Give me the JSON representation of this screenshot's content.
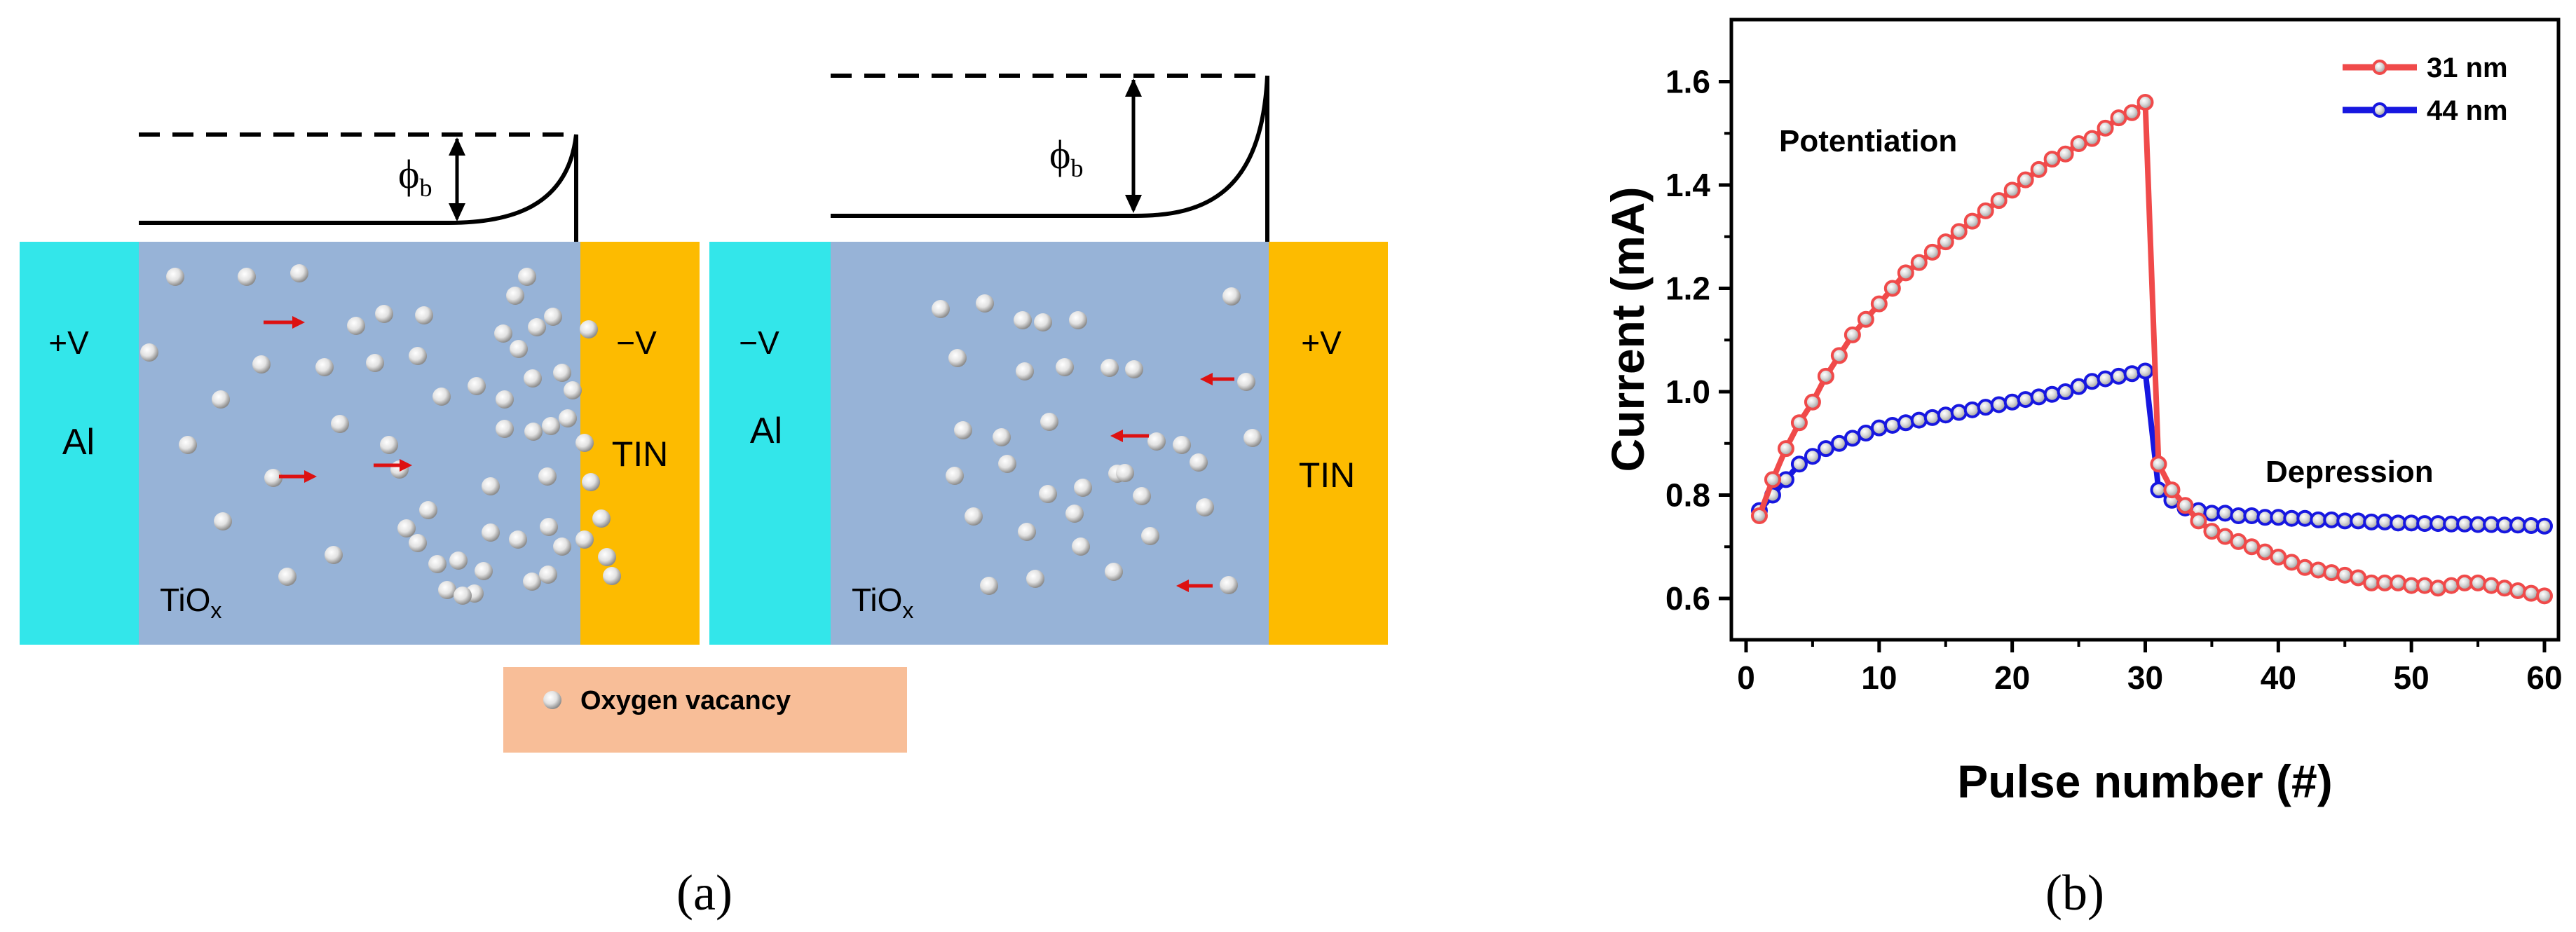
{
  "colors": {
    "aluminum": "#33e6ea",
    "oxide": "#97b3d7",
    "tin": "#fdbb00",
    "legend_box": "#f8be98",
    "arrow": "#dd1111",
    "series_31": "#f04a4a",
    "series_44": "#1717e0"
  },
  "panel_a": {
    "caption": "(a)",
    "left": {
      "left_sign": "+V",
      "left_metal": "Al",
      "right_sign": "−V",
      "right_metal": "TIN",
      "oxide_base": "TiO",
      "oxide_sub": "x",
      "phi_base": "ϕ",
      "phi_sub": "b",
      "arrow_direction": "right"
    },
    "right": {
      "left_sign": "−V",
      "left_metal": "Al",
      "right_sign": "+V",
      "right_metal": "TIN",
      "oxide_base": "TiO",
      "oxide_sub": "x",
      "phi_base": "ϕ",
      "phi_sub": "b",
      "arrow_direction": "left"
    },
    "legend_label": "Oxygen vacancy"
  },
  "panel_b": {
    "caption": "(b)",
    "annotations": {
      "potentiation": "Potentiation",
      "depression": "Depression"
    }
  },
  "chart_data": {
    "type": "line",
    "xlabel": "Pulse number (#)",
    "ylabel": "Current (mA)",
    "xlim": [
      0,
      60
    ],
    "ylim": [
      0.52,
      1.72
    ],
    "xticks": [
      0,
      10,
      20,
      30,
      40,
      50,
      60
    ],
    "yticks": [
      0.6,
      0.8,
      1.0,
      1.2,
      1.4,
      1.6
    ],
    "grid": false,
    "legend_position": "top-right",
    "x": [
      1,
      2,
      3,
      4,
      5,
      6,
      7,
      8,
      9,
      10,
      11,
      12,
      13,
      14,
      15,
      16,
      17,
      18,
      19,
      20,
      21,
      22,
      23,
      24,
      25,
      26,
      27,
      28,
      29,
      30,
      31,
      32,
      33,
      34,
      35,
      36,
      37,
      38,
      39,
      40,
      41,
      42,
      43,
      44,
      45,
      46,
      47,
      48,
      49,
      50,
      51,
      52,
      53,
      54,
      55,
      56,
      57,
      58,
      59,
      60
    ],
    "series": [
      {
        "name": "31 nm",
        "values": [
          0.76,
          0.83,
          0.89,
          0.94,
          0.98,
          1.03,
          1.07,
          1.11,
          1.14,
          1.17,
          1.2,
          1.23,
          1.25,
          1.27,
          1.29,
          1.31,
          1.33,
          1.35,
          1.37,
          1.39,
          1.41,
          1.43,
          1.45,
          1.46,
          1.48,
          1.49,
          1.51,
          1.53,
          1.54,
          1.56,
          0.86,
          0.81,
          0.78,
          0.75,
          0.73,
          0.72,
          0.71,
          0.7,
          0.69,
          0.68,
          0.67,
          0.66,
          0.655,
          0.65,
          0.645,
          0.64,
          0.63,
          0.63,
          0.63,
          0.625,
          0.625,
          0.62,
          0.625,
          0.63,
          0.63,
          0.625,
          0.62,
          0.615,
          0.61,
          0.605
        ]
      },
      {
        "name": "44 nm",
        "values": [
          0.77,
          0.8,
          0.83,
          0.86,
          0.875,
          0.89,
          0.9,
          0.91,
          0.92,
          0.93,
          0.935,
          0.94,
          0.945,
          0.95,
          0.955,
          0.96,
          0.965,
          0.97,
          0.975,
          0.98,
          0.985,
          0.99,
          0.995,
          1.0,
          1.01,
          1.02,
          1.025,
          1.03,
          1.035,
          1.04,
          0.81,
          0.79,
          0.775,
          0.77,
          0.765,
          0.765,
          0.76,
          0.76,
          0.757,
          0.757,
          0.755,
          0.755,
          0.752,
          0.752,
          0.75,
          0.75,
          0.748,
          0.748,
          0.746,
          0.746,
          0.745,
          0.745,
          0.744,
          0.744,
          0.743,
          0.743,
          0.742,
          0.742,
          0.741,
          0.74
        ]
      }
    ]
  }
}
